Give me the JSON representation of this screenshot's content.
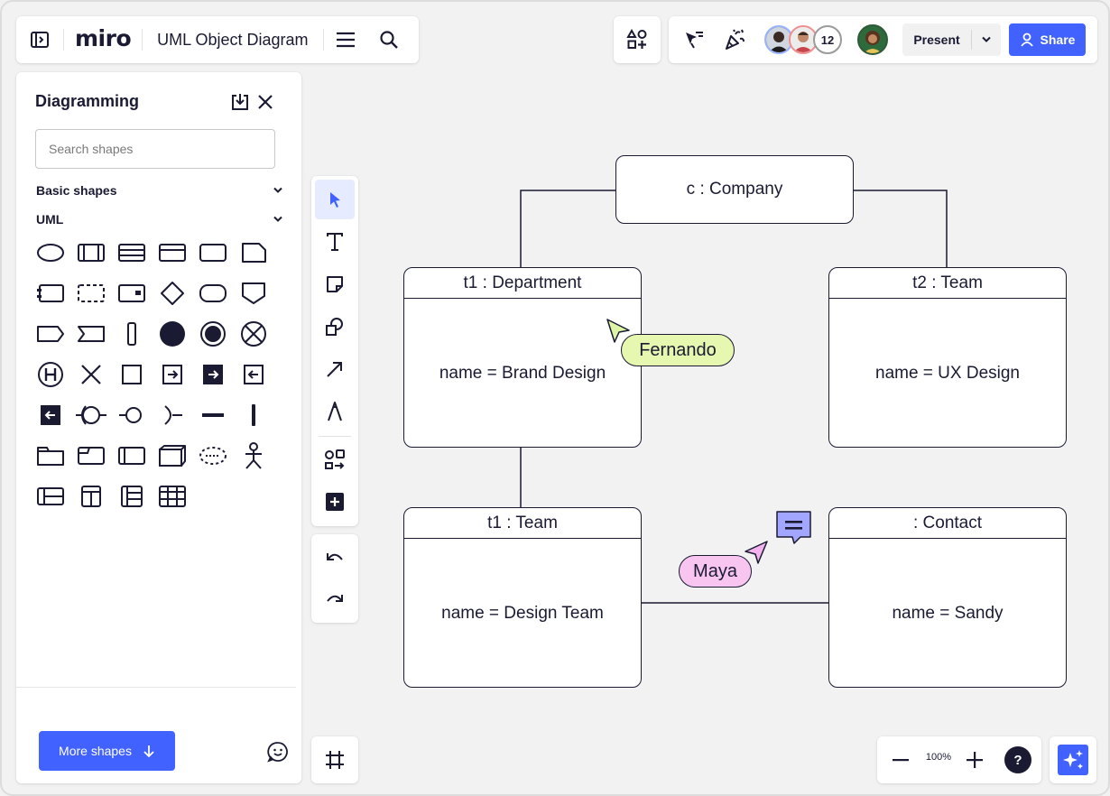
{
  "app": {
    "logo": "miro",
    "board_title": "UML Object Diagram"
  },
  "topbar": {
    "collaborator_count": "12",
    "present_label": "Present",
    "share_label": "Share"
  },
  "panel": {
    "title": "Diagramming",
    "search_placeholder": "Search shapes",
    "sections": [
      {
        "label": "Basic shapes"
      },
      {
        "label": "UML"
      }
    ],
    "more_shapes_label": "More shapes"
  },
  "zoom": {
    "level": "100%"
  },
  "diagram": {
    "company": "c : Company",
    "department": {
      "header": "t1 : Department",
      "body": "name = Brand Design"
    },
    "team2": {
      "header": "t2 : Team",
      "body": "name = UX Design"
    },
    "team1": {
      "header": "t1 : Team",
      "body": "name = Design Team"
    },
    "contact": {
      "header": ": Contact",
      "body": "name = Sandy"
    }
  },
  "cursors": [
    {
      "name": "Fernando",
      "color": "#e6f7b0"
    },
    {
      "name": "Maya",
      "color": "#f8c4f0"
    }
  ],
  "colors": {
    "accent": "#4262ff",
    "ink": "#1a1b33",
    "maya_cursor": "#f3b2ee",
    "fernando_cursor": "#dff5a6",
    "comment_bubble": "#a3a6ff"
  }
}
